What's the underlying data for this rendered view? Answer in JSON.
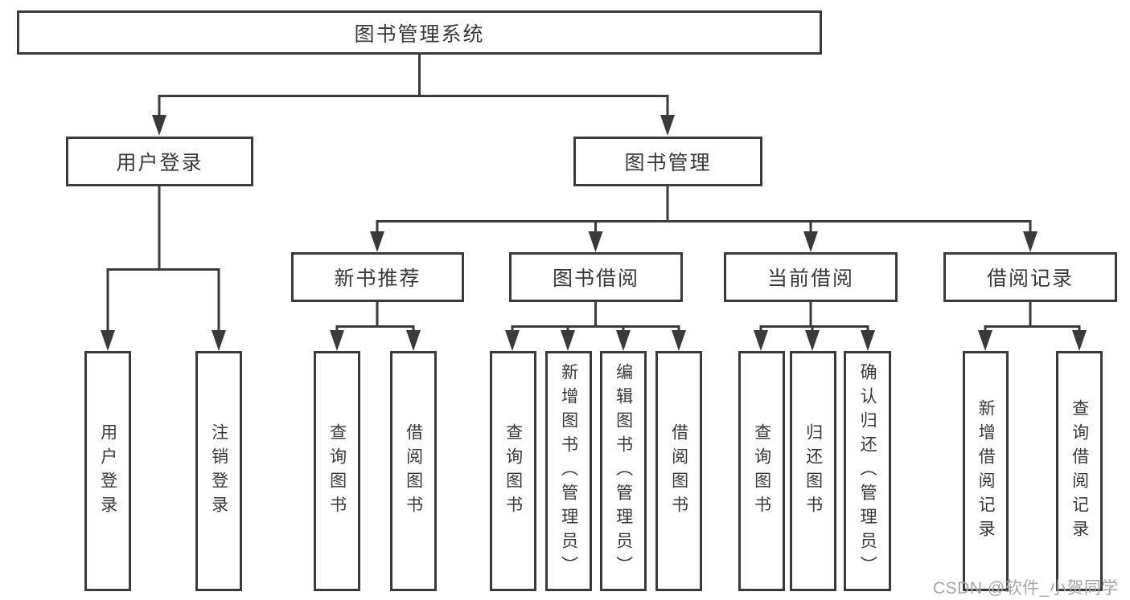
{
  "diagram": {
    "title": "图书管理系统",
    "type": "hierarchy-tree",
    "nodes": {
      "root": {
        "label": "图书管理系统"
      },
      "level2": [
        {
          "label": "用户登录",
          "parent": "图书管理系统"
        },
        {
          "label": "图书管理",
          "parent": "图书管理系统"
        }
      ],
      "level3": [
        {
          "label": "新书推荐",
          "parent": "图书管理"
        },
        {
          "label": "图书借阅",
          "parent": "图书管理"
        },
        {
          "label": "当前借阅",
          "parent": "图书管理"
        },
        {
          "label": "借阅记录",
          "parent": "图书管理"
        }
      ],
      "leaves": [
        {
          "label": "用户登录",
          "parent": "用户登录"
        },
        {
          "label": "注销登录",
          "parent": "用户登录"
        },
        {
          "label": "查询图书",
          "parent": "新书推荐"
        },
        {
          "label": "借阅图书",
          "parent": "新书推荐"
        },
        {
          "label": "查询图书",
          "parent": "图书借阅"
        },
        {
          "label": "新增图书（管理员）",
          "parent": "图书借阅"
        },
        {
          "label": "编辑图书（管理员）",
          "parent": "图书借阅"
        },
        {
          "label": "借阅图书",
          "parent": "图书借阅"
        },
        {
          "label": "查询图书",
          "parent": "当前借阅"
        },
        {
          "label": "归还图书",
          "parent": "当前借阅"
        },
        {
          "label": "确认归还（管理员）",
          "parent": "当前借阅"
        },
        {
          "label": "新增借阅记录",
          "parent": "借阅记录"
        },
        {
          "label": "查询借阅记录",
          "parent": "借阅记录"
        }
      ]
    },
    "colors": {
      "line": "#3a3a3a",
      "box_border": "#3a3a3a",
      "box_fill": "#ffffff",
      "text": "#383838",
      "background": "#ffffff",
      "watermark": "#a6a6a6"
    }
  },
  "watermark": {
    "text": "CSDN @软件_小贺同学"
  }
}
